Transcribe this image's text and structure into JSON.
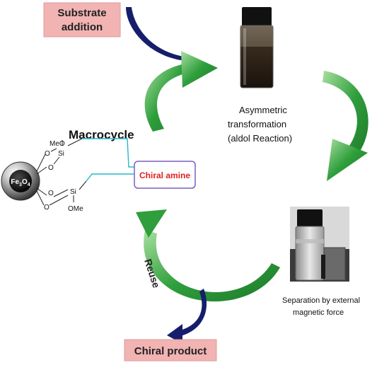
{
  "labels": {
    "substrate_line1": "Substrate",
    "substrate_line2": "addition",
    "macrocycle": "Macrocycle",
    "chiral_amine": "Chiral amine",
    "asym_line1": "Asymmetric",
    "asym_line2": "transformation",
    "asym_line3": "(aldol Reaction)",
    "sep_line1": "Separation by external",
    "sep_line2": "magnetic force",
    "chiral_product": "Chiral product",
    "reuse": "Reuse"
  },
  "molecule": {
    "core_main": "Fe",
    "core_sub1": "3",
    "core_mid": "O",
    "core_sub2": "4",
    "o1": "O",
    "o2": "O",
    "o3": "O",
    "o4": "O",
    "si_top": "Si",
    "si_bottom": "Si",
    "meo": "MeO",
    "ome": "OMe"
  },
  "colors": {
    "label_box_fill": "#f2b3b3",
    "cycle_arrow_green": "#2f9e3c",
    "cycle_arrow_light": "#a8e0a0",
    "navy_arrow": "#161e6b",
    "linker_cyan": "#27b7cc",
    "amine_red": "#e02020",
    "amine_box_border": "#7a5fc4"
  }
}
